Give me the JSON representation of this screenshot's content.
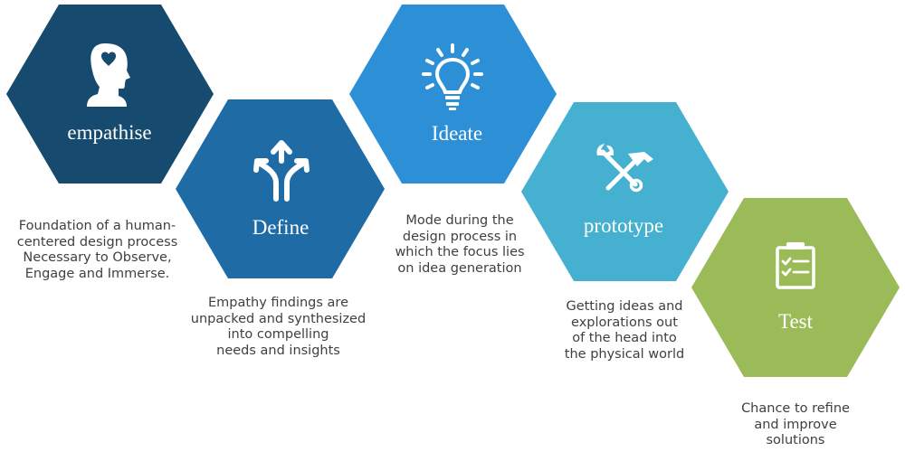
{
  "stages": [
    {
      "title": "empathise",
      "icon": "head-heart-icon",
      "color": "#164a6e",
      "description": [
        "Foundation of a human-",
        "centered design process",
        "Necessary to Observe,",
        "Engage and Immerse."
      ]
    },
    {
      "title": "Define",
      "icon": "split-arrows-icon",
      "color": "#1f6ba5",
      "description": [
        "Empathy findings are",
        "unpacked and synthesized",
        "into compelling",
        "needs and insights"
      ]
    },
    {
      "title": "Ideate",
      "icon": "lightbulb-icon",
      "color": "#2d8fd6",
      "description": [
        "Mode during the",
        "design process in",
        "which the focus lies",
        "on idea generation"
      ]
    },
    {
      "title": "prototype",
      "icon": "tools-icon",
      "color": "#46b0d0",
      "description": [
        "Getting ideas and",
        "explorations out",
        "of the head into",
        "the physical world"
      ]
    },
    {
      "title": "Test",
      "icon": "clipboard-checklist-icon",
      "color": "#9bbb59",
      "description": [
        "Chance to refine",
        "and improve",
        "solutions"
      ]
    }
  ]
}
